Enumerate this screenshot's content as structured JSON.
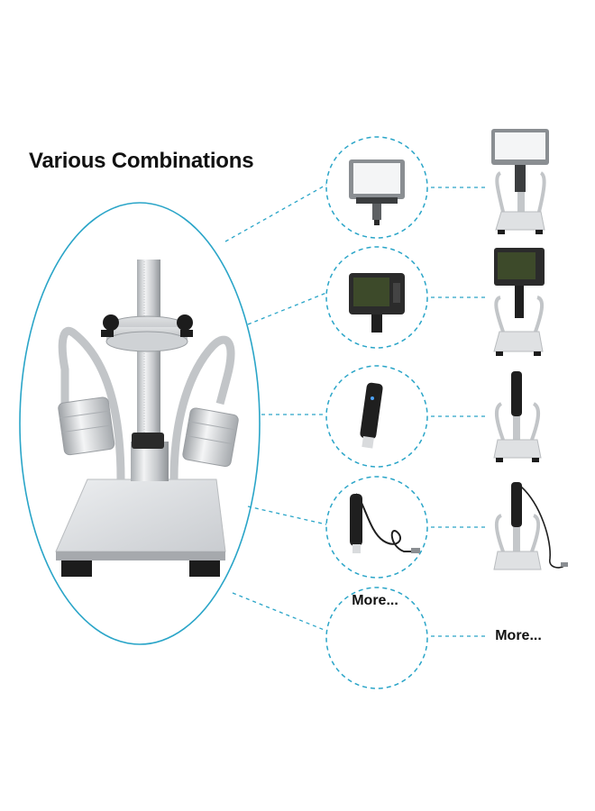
{
  "title": "Various Combinations",
  "more_label_circle": "More...",
  "more_label_right": "More...",
  "colors": {
    "accent": "#2aa5c8",
    "metal_light": "#e6e8ea",
    "metal_dark": "#8e9296",
    "screen_dark": "#3d4a2a",
    "black": "#1c1c1c"
  },
  "combinations": [
    {
      "name": "lcd-monitor-with-white-screen",
      "icon": "lcd-monitor-icon"
    },
    {
      "name": "lcd-monitor-with-dark-screen",
      "icon": "lcd-monitor-dark-icon"
    },
    {
      "name": "wireless-usb-microscope",
      "icon": "wifi-microscope-icon"
    },
    {
      "name": "usb-cable-microscope",
      "icon": "usb-microscope-icon"
    },
    {
      "name": "more",
      "icon": "none"
    }
  ]
}
